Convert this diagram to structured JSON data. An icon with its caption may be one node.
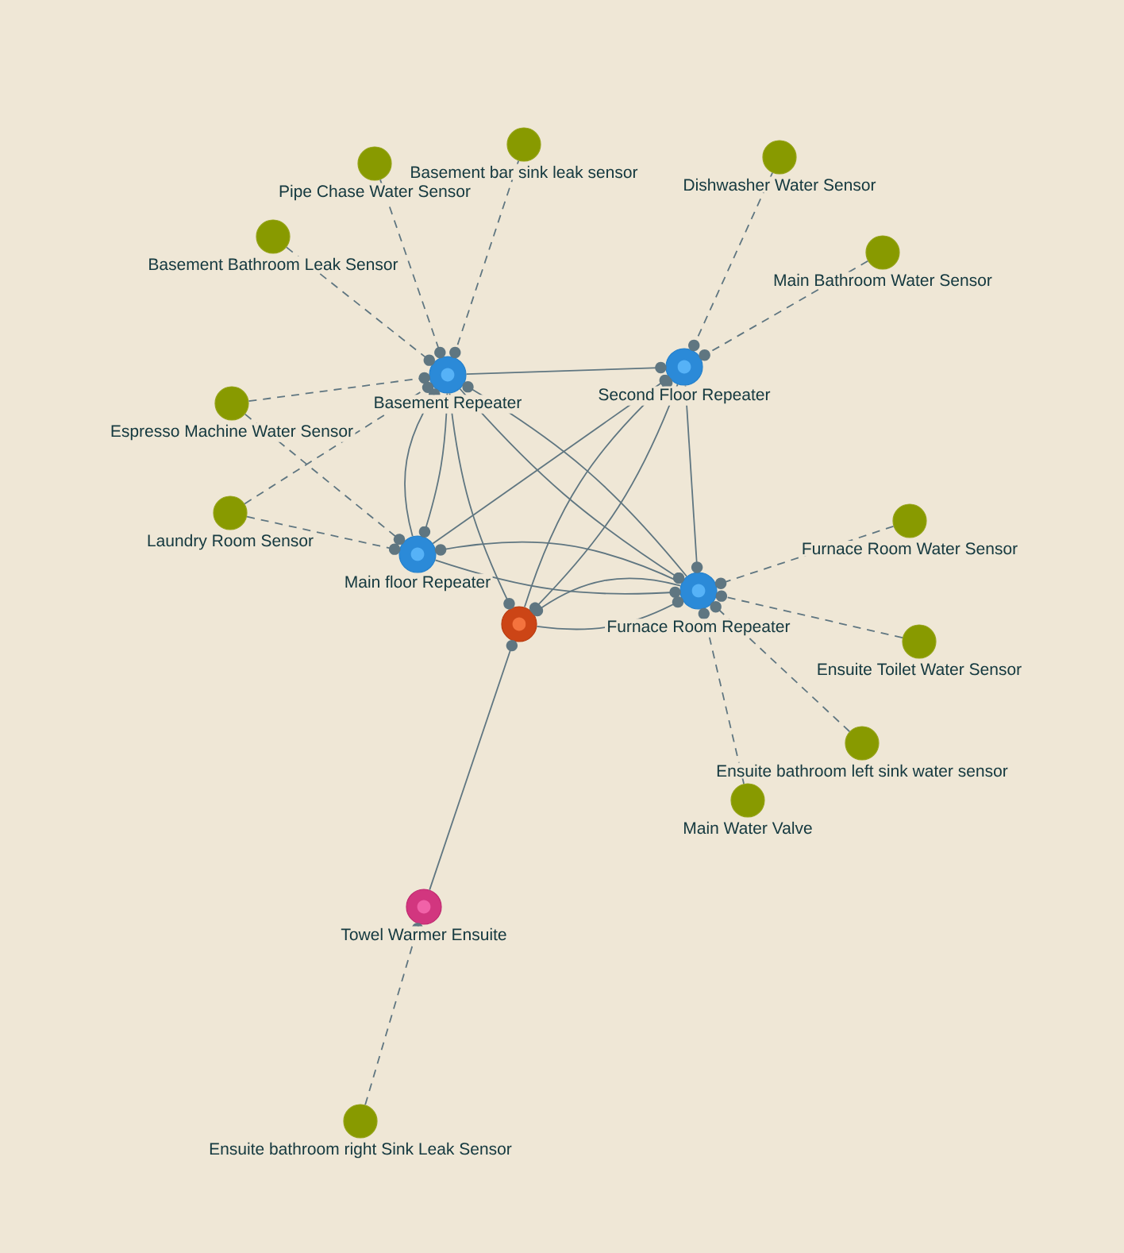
{
  "diagram": {
    "nodes": [
      {
        "text": [
          "Basement bar sink leak sensor"
        ]
      },
      {
        "text": [
          "Pipe Chase Water Sensor"
        ]
      },
      {
        "text": [
          "Dishwasher Water Sensor"
        ]
      },
      {
        "text": [
          "Basement Bathroom Leak Sensor"
        ]
      },
      {
        "text": [
          "Main Bathroom Water Sensor"
        ]
      },
      {
        "text": [
          "Basement Repeater"
        ]
      },
      {
        "text": [
          "Second Floor Repeater"
        ]
      },
      {
        "text": [
          "Espresso Machine Water Sensor"
        ]
      },
      {
        "text": [
          "Laundry Room Sensor"
        ]
      },
      {
        "text": [
          "Furnace Room Water Sensor"
        ]
      },
      {
        "text": [
          "Main floor Repeater"
        ]
      },
      {
        "text": [
          "Furnace Room Repeater"
        ]
      },
      {
        "text": [],
        "shape": "circle"
      },
      {
        "text": [
          "Ensuite Toilet Water Sensor"
        ]
      },
      {
        "text": [
          "Ensuite bathroom left sink water sensor"
        ]
      },
      {
        "text": [
          "Main Water Valve"
        ]
      },
      {
        "text": [
          "Towel Warmer Ensuite"
        ]
      },
      {
        "text": [
          "Ensuite bathroom right Sink Leak Sensor"
        ]
      }
    ],
    "edges": [
      {
        "from": 0,
        "to": 5,
        "arrow": "other",
        "style": "dashed"
      },
      {
        "from": 1,
        "to": 5,
        "arrow": "other",
        "style": "dashed"
      },
      {
        "from": 3,
        "to": 5,
        "arrow": "other",
        "style": "dashed"
      },
      {
        "from": 7,
        "to": 5,
        "arrow": "other",
        "style": "dashed"
      },
      {
        "from": 8,
        "to": 5,
        "arrow": "other",
        "style": "dashed"
      },
      {
        "from": 7,
        "to": 10,
        "arrow": "other",
        "style": "dashed"
      },
      {
        "from": 8,
        "to": 10,
        "arrow": "other",
        "style": "dashed"
      },
      {
        "from": 2,
        "to": 6,
        "arrow": "other",
        "style": "dashed"
      },
      {
        "from": 4,
        "to": 6,
        "arrow": "other",
        "style": "dashed"
      },
      {
        "from": 9,
        "to": 11,
        "arrow": "other",
        "style": "dashed"
      },
      {
        "from": 13,
        "to": 11,
        "arrow": "other",
        "style": "dashed"
      },
      {
        "from": 14,
        "to": 11,
        "arrow": "other",
        "style": "dashed"
      },
      {
        "from": 15,
        "to": 11,
        "arrow": "other",
        "style": "dashed"
      },
      {
        "from": 17,
        "to": 16,
        "arrow": "other",
        "style": "dashed"
      },
      {
        "from": 16,
        "to": 12,
        "arrow": "other"
      },
      {
        "from": 5,
        "to": 6,
        "arrow": "other"
      },
      {
        "from": 10,
        "to": 5,
        "arrow": "other"
      },
      {
        "from": 5,
        "to": 10,
        "arrow": "other"
      },
      {
        "from": 5,
        "to": 12,
        "arrow": "other"
      },
      {
        "from": 11,
        "to": 5,
        "arrow": "other"
      },
      {
        "from": 5,
        "to": 11,
        "arrow": "other"
      },
      {
        "from": 10,
        "to": 6,
        "arrow": "other"
      },
      {
        "from": 12,
        "to": 6,
        "arrow": "other"
      },
      {
        "from": 6,
        "to": 12,
        "arrow": "other"
      },
      {
        "from": 6,
        "to": 11,
        "arrow": "other"
      },
      {
        "from": 11,
        "to": 10,
        "arrow": "other"
      },
      {
        "from": 10,
        "to": 11,
        "arrow": "other"
      },
      {
        "from": 12,
        "to": 11,
        "arrow": "other"
      },
      {
        "from": 11,
        "to": 12,
        "arrow": "other"
      }
    ]
  }
}
